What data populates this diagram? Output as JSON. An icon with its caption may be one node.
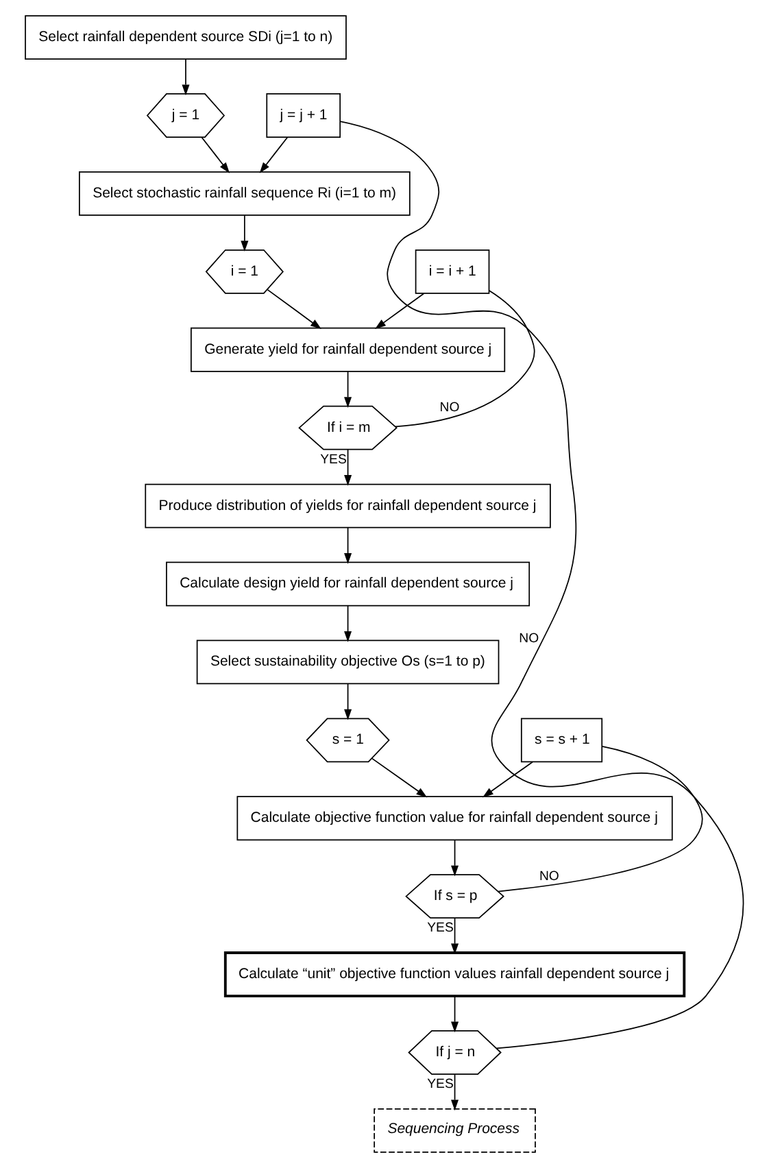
{
  "diagram": {
    "nodes": [
      {
        "text": [
          "Select rainfall dependent source SDi (j=1 to n)"
        ]
      },
      {
        "text": [
          "j = 1"
        ]
      },
      {
        "text": [
          "j = j + 1"
        ]
      },
      {
        "text": [
          "Select stochastic rainfall sequence Ri (i=1 to m)"
        ]
      },
      {
        "text": [
          "i = 1"
        ]
      },
      {
        "text": [
          "i = i + 1"
        ]
      },
      {
        "text": [
          "Generate yield for rainfall dependent source j"
        ]
      },
      {
        "text": [
          "If i = m"
        ]
      },
      {
        "text": [
          "Produce distribution of yields for rainfall dependent source j"
        ]
      },
      {
        "text": [
          "Calculate design yield for rainfall dependent source j"
        ]
      },
      {
        "text": [
          "Select sustainability objective Os (s=1 to p)"
        ]
      },
      {
        "text": [
          "s = 1"
        ]
      },
      {
        "text": [
          "s = s + 1"
        ]
      },
      {
        "text": [
          "Calculate objective function value for rainfall dependent source j"
        ]
      },
      {
        "text": [
          "If s = p"
        ]
      },
      {
        "text": [
          "Calculate “unit” objective function values rainfall dependent source j"
        ]
      },
      {
        "text": [
          "If j = n"
        ]
      },
      {
        "text": [
          "Sequencing Process"
        ]
      }
    ],
    "edges": [
      {
        "from": 0,
        "to": 1,
        "arrow": "to"
      },
      {
        "from": 1,
        "to": 3,
        "arrow": "to"
      },
      {
        "from": 2,
        "to": 3,
        "arrow": "to"
      },
      {
        "from": 3,
        "to": 4,
        "arrow": "to"
      },
      {
        "from": 4,
        "to": 6,
        "arrow": "to"
      },
      {
        "from": 5,
        "to": 6,
        "arrow": "to"
      },
      {
        "from": 6,
        "to": 7,
        "arrow": "to"
      },
      {
        "from": 7,
        "to": 5,
        "arrow": "none",
        "label": "NO"
      },
      {
        "from": 7,
        "to": 8,
        "arrow": "to",
        "label": "YES"
      },
      {
        "from": 8,
        "to": 9,
        "arrow": "to"
      },
      {
        "from": 9,
        "to": 10,
        "arrow": "to"
      },
      {
        "from": 10,
        "to": 11,
        "arrow": "to"
      },
      {
        "from": 11,
        "to": 13,
        "arrow": "to"
      },
      {
        "from": 12,
        "to": 13,
        "arrow": "to"
      },
      {
        "from": 13,
        "to": 14,
        "arrow": "to"
      },
      {
        "from": 14,
        "to": 12,
        "arrow": "none",
        "label": "NO"
      },
      {
        "from": 14,
        "to": 15,
        "arrow": "to",
        "label": "YES"
      },
      {
        "from": 15,
        "to": 16,
        "arrow": "to"
      },
      {
        "from": 16,
        "to": 2,
        "arrow": "none",
        "label": "NO"
      },
      {
        "from": 16,
        "to": 17,
        "arrow": "to",
        "label": "YES"
      }
    ]
  }
}
